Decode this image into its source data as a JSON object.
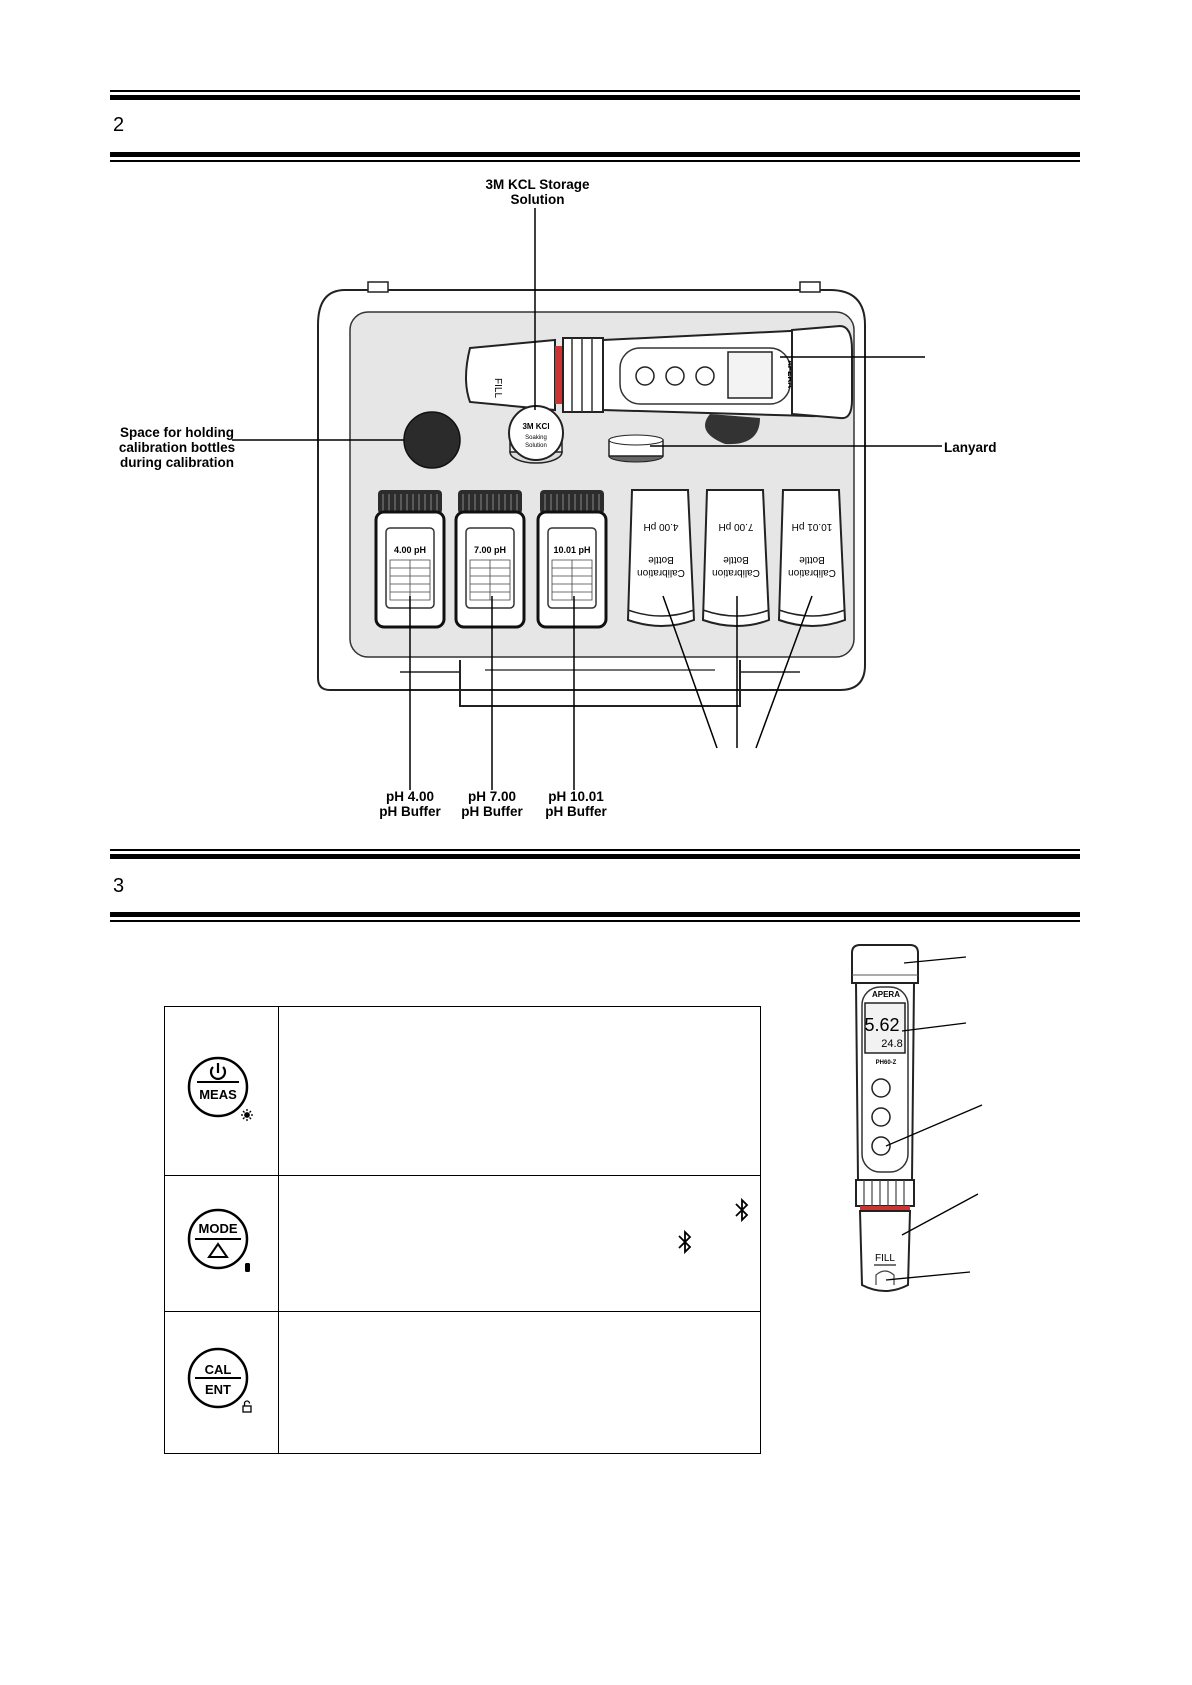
{
  "sections": [
    {
      "number": "2"
    },
    {
      "number": "3"
    }
  ],
  "kit_figure": {
    "callouts": {
      "storage_solution": "3M KCL Storage\nSolution",
      "holding_space": "Space for holding\ncalibration bottles\nduring calibration",
      "lanyard": "Lanyard",
      "buffer_4": "pH 4.00\npH Buffer",
      "buffer_7": "pH 7.00\npH Buffer",
      "buffer_10": "pH 10.01\npH Buffer"
    },
    "buffer_bottle_labels": [
      "4.00 pH",
      "7.00 pH",
      "10.01 pH"
    ],
    "calibration_bottles": [
      {
        "line1": "Calibration",
        "line2": "Bottle",
        "value": "4.00 pH"
      },
      {
        "line1": "Calibration",
        "line2": "Bottle",
        "value": "7.00 pH"
      },
      {
        "line1": "Calibration",
        "line2": "Bottle",
        "value": "10.01 pH"
      }
    ],
    "cap_text": {
      "line1": "3M KCl",
      "line2": "Soaking",
      "line3": "Solution"
    },
    "meter_texts": {
      "fill": "FILL",
      "brand": "APERA"
    }
  },
  "keys_table": {
    "rows": [
      {
        "key_top": "MEAS",
        "key_name": "power-meas-key"
      },
      {
        "key_top": "MODE",
        "key_name": "mode-key"
      },
      {
        "key_top": "CAL",
        "key_bottom": "ENT",
        "key_name": "cal-ent-key"
      }
    ]
  },
  "meter_figure": {
    "brand": "APERA",
    "reading_main": "5.62",
    "reading_temp": "24.8",
    "model": "PH60-Z",
    "fill": "FILL"
  }
}
